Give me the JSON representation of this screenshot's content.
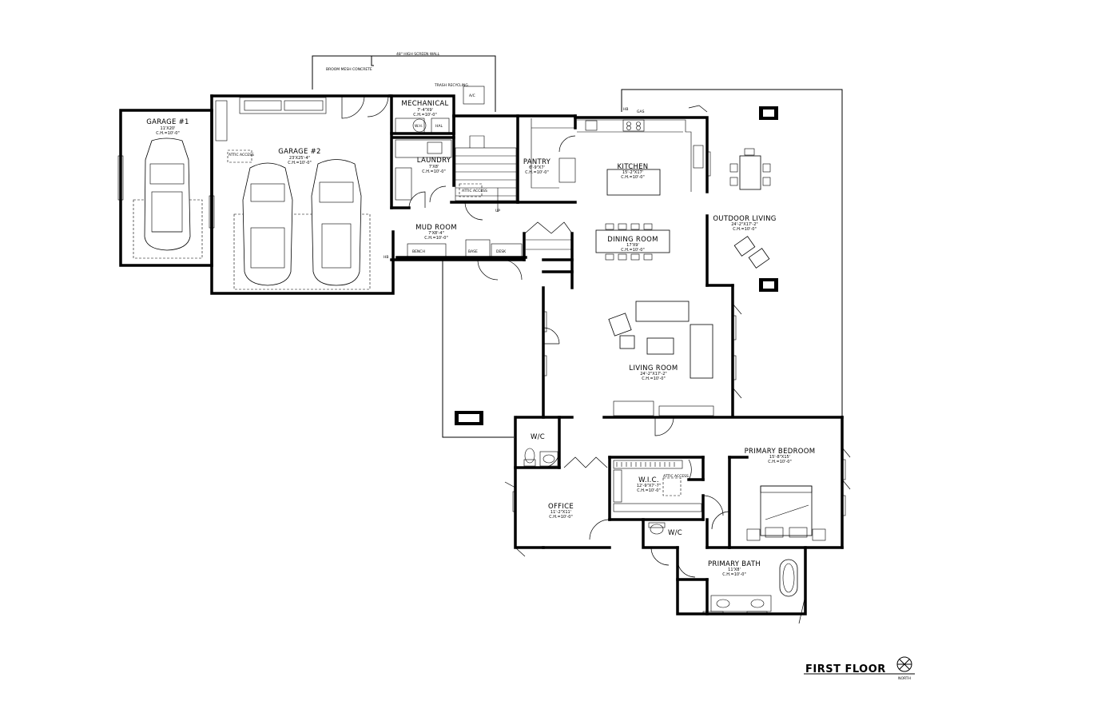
{
  "drawing": {
    "title": "FIRST FLOOR",
    "north_label": "NORTH"
  },
  "rooms": {
    "garage1": {
      "name": "GARAGE #1",
      "dims": "11'X20'",
      "ch": "C.H.=10'-0\""
    },
    "garage2": {
      "name": "GARAGE #2",
      "dims": "23'X25'-4\"",
      "ch": "C.H.=10'-0\""
    },
    "mechanical": {
      "name": "MECHANICAL",
      "dims": "7'-4\"X9'",
      "ch": "C.H.=10'-0\""
    },
    "laundry": {
      "name": "LAUNDRY",
      "dims": "7'X8'",
      "ch": "C.H.=10'-0\""
    },
    "mudroom": {
      "name": "MUD ROOM",
      "dims": "7'X8'-4\"",
      "ch": "C.H.=10'-0\""
    },
    "pantry": {
      "name": "PANTRY",
      "dims": "6'-9\"X7'",
      "ch": "C.H.=10'-0\""
    },
    "kitchen": {
      "name": "KITCHEN",
      "dims": "15'-2\"X17'",
      "ch": "C.H.=10'-0\""
    },
    "dining": {
      "name": "DINING ROOM",
      "dims": "17'X9'",
      "ch": "C.H.=10'-0\""
    },
    "outdoor": {
      "name": "OUTDOOR LIVING",
      "dims": "24'-2\"X17'-2\"",
      "ch": "C.H.=10'-0\""
    },
    "living": {
      "name": "LIVING ROOM",
      "dims": "24'-2\"X17'-2\"",
      "ch": "C.H.=10'-0\""
    },
    "office": {
      "name": "OFFICE",
      "dims": "11'-2\"X11'",
      "ch": "C.H.=10'-0\""
    },
    "wic": {
      "name": "W.I.C.",
      "dims": "12'-9\"X7'-7\"",
      "ch": "C.H.=10'-0\""
    },
    "primary_bedroom": {
      "name": "PRIMARY BEDROOM",
      "dims": "15'-8\"X15'",
      "ch": "C.H.=10'-0\""
    },
    "primary_bath": {
      "name": "PRIMARY BATH",
      "dims": "11'X8'",
      "ch": "C.H.=10'-0\""
    },
    "wc1": {
      "name": "W/C"
    },
    "wc2": {
      "name": "W/C"
    }
  },
  "notes": {
    "screen_wall": "48\" HIGH SCREEN WALL",
    "concrete": "BROOM MESH CONCRETE",
    "trash": "TRASH RECYCLING",
    "ac": "A/C",
    "wh": "W.H.",
    "hal": "HAL",
    "attic1": "ATTIC ACCESS",
    "attic2": "ATTIC ACCESS",
    "bench": "BENCH",
    "base": "BASE",
    "desk": "DESK",
    "hb1": "HB",
    "hb2": "HB",
    "gas": "GAS",
    "up": "UP",
    "stair_label": "ATTIC ACCESS"
  }
}
